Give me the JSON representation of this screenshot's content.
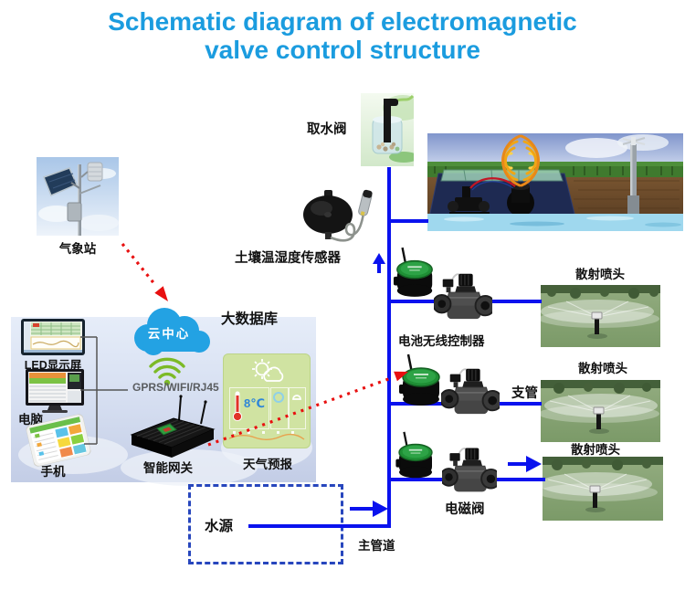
{
  "title": {
    "line1": "Schematic diagram of electromagnetic",
    "line2": "valve control structure"
  },
  "cloud": {
    "label": "云中心"
  },
  "labels": {
    "weather_station": "气象站",
    "intake_valve": "取水阀",
    "soil_sensor": "土壤温湿度传感器",
    "big_database": "大数据库",
    "led_screen": "LED显示屏",
    "computer": "电脑",
    "phone": "手机",
    "network": "GPRS/WIFI/RJ45",
    "gateway": "智能网关",
    "weather_forecast": "天气预报",
    "battery_controller": "电池无线控制器",
    "branch_pipe": "支管",
    "solenoid_valve": "电磁阀",
    "water_source": "水源",
    "main_pipeline": "主管道"
  },
  "sprinklers": [
    {
      "label": "散射喷头"
    },
    {
      "label": "散射喷头"
    },
    {
      "label": "散射喷头"
    }
  ],
  "forecast": {
    "temp": "8℃"
  },
  "colors": {
    "title_blue": "#1b9cdf",
    "pipe_blue": "#0a12ee",
    "dashed_box_blue": "#2746bd",
    "cloud_blue": "#23a2e3",
    "wifi_green": "#7cba27",
    "panel_green": "#d0e3a2",
    "arrow_red": "#e81010"
  }
}
